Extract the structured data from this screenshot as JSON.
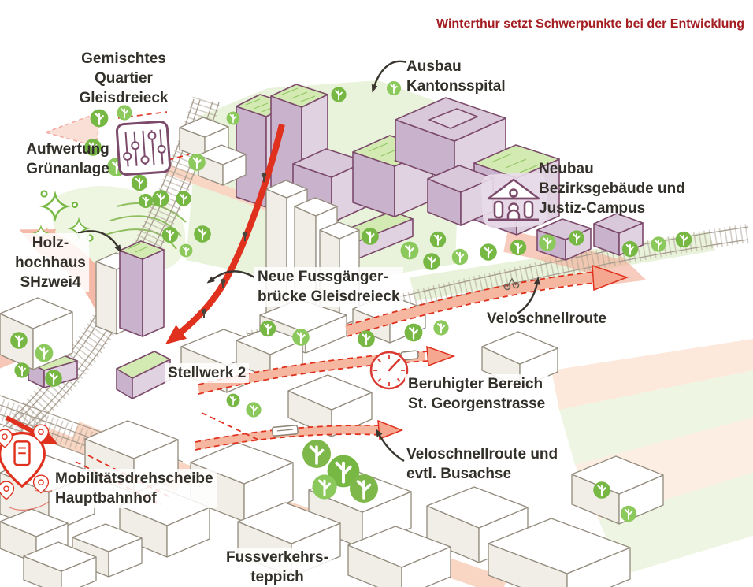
{
  "title": "Winterthur setzt Schwerpunkte bei der Entwicklung",
  "annotations": {
    "gemischtes_quartier": {
      "label": "Gemischtes\nQuartier\nGleisdreieck"
    },
    "ausbau_kantonsspital": {
      "label": "Ausbau\nKantonsspital"
    },
    "aufwertung_gruenanlage": {
      "label": "Aufwertung\nGrünanlage"
    },
    "neubau_bezirksgebaeude": {
      "label": "Neubau\nBezirksgebäude und\nJustiz-Campus"
    },
    "holzhochhaus_shzwei4": {
      "label": "Holz-\nhochhaus\nSHzwei4"
    },
    "fussgaengerbruecke": {
      "label": "Neue Fussgänger-\nbrücke Gleisdreieck"
    },
    "veloschnellroute": {
      "label": "Veloschnellroute"
    },
    "stellwerk_2": {
      "label": "Stellwerk 2"
    },
    "beruhigter_bereich": {
      "label": "Beruhigter Bereich\nSt. Georgenstrasse"
    },
    "veloschnellroute_busachse": {
      "label": "Veloschnellroute und\nevtl. Busachse"
    },
    "mobilitaetsdrehscheibe": {
      "label": "Mobilitätsdrehscheibe\nHauptbahnhof"
    },
    "fussverkehrsteppich": {
      "label": "Fussverkehrs-\nteppich"
    }
  },
  "icons": {
    "mixer_sliders": "mixer-sliders-icon",
    "sparkles": "sparkles-icon",
    "courthouse": "courthouse-icon",
    "speedometer": "speedometer-icon",
    "location_pins": "location-pins-icon",
    "bicycle": "bicycle-icon",
    "curved_annotation_arrows": "curved-arrow-icon"
  },
  "colors": {
    "title_red": "#a31d21",
    "label_text": "#33302a",
    "accent_red": "#e0301e",
    "route_salmon": "#f5b7a0",
    "soft_arrow_salmon": "#f3b29d",
    "tree_green": "#76b843",
    "park_green": "#e9f2da",
    "roof_green": "#d3eab2",
    "building_purple": "#d9c7da",
    "building_purple_outline": "#7c4a6b",
    "track_gray": "#a79d8f"
  }
}
